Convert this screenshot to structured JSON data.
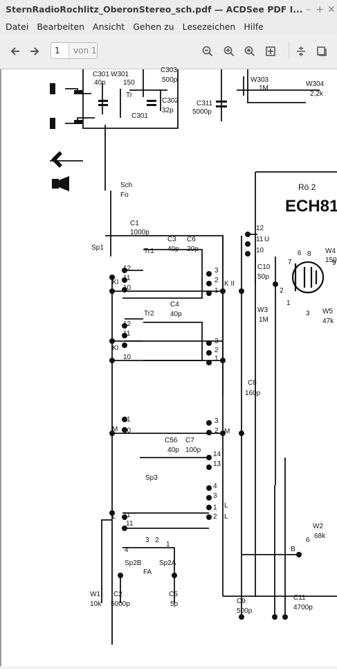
{
  "window": {
    "title": "SternRadioRochlitz_OberonStereo_sch.pdf — ACDSee PDF I...",
    "minimize": "–",
    "maximize": "+",
    "close": "✕"
  },
  "menu": [
    "Datei",
    "Bearbeiten",
    "Ansicht",
    "Gehen zu",
    "Lesezeichen",
    "Hilfe"
  ],
  "toolbar": {
    "page_value": "1",
    "page_of": "von 1",
    "icons": [
      "arrow-left-icon",
      "arrow-right-icon",
      "zoom-out-icon",
      "zoom-in-icon",
      "zoom-fit-icon",
      "zoom-actual-icon",
      "fit-width-icon",
      "single-page-icon"
    ]
  },
  "colors": {
    "chrome": "#ececec",
    "viewer_bg": "#9a9a9a",
    "page": "#ffffff",
    "ink": "#111111"
  },
  "schematic": {
    "labels": [
      "C301",
      "W301",
      "40p",
      "150",
      "C303",
      "500p",
      "W303",
      "1M",
      "W304",
      "2,2k",
      "Tr",
      "C301",
      "C302",
      "32p",
      "C311",
      "5000p",
      "Sch",
      "Fo",
      "Rö 2",
      "ECH81",
      "C1",
      "1000p",
      "Sp1",
      "12",
      "11",
      "U",
      "10",
      "Tr1",
      "C3",
      "40p",
      "C6",
      "20p",
      "C10",
      "50p",
      "W4",
      "150",
      "KI",
      "K II",
      "3",
      "2",
      "1",
      "12",
      "11",
      "10",
      "7",
      "8",
      "6",
      "9",
      "2",
      "1",
      "3",
      "W3",
      "1M",
      "W5",
      "47k",
      "Tr2",
      "C4",
      "40p",
      "KI",
      "12",
      "11",
      "10",
      "3",
      "2",
      "1",
      "C8",
      "160p",
      "11",
      "M",
      "10",
      "3",
      "M",
      "2",
      "C56",
      "C7",
      "40p",
      "100p",
      "14",
      "13",
      "Sp3",
      "4",
      "3",
      "L",
      "1",
      "2",
      "L",
      "L",
      "11",
      "11",
      "W2",
      "68k",
      "6",
      "B",
      "3",
      "2",
      "1",
      "Sp2B",
      "Sp2A",
      "FA",
      "4",
      "W1",
      "10k",
      "C2",
      "5000p",
      "C5",
      "5p",
      "C9",
      "500p",
      "C11",
      "4700p"
    ]
  }
}
